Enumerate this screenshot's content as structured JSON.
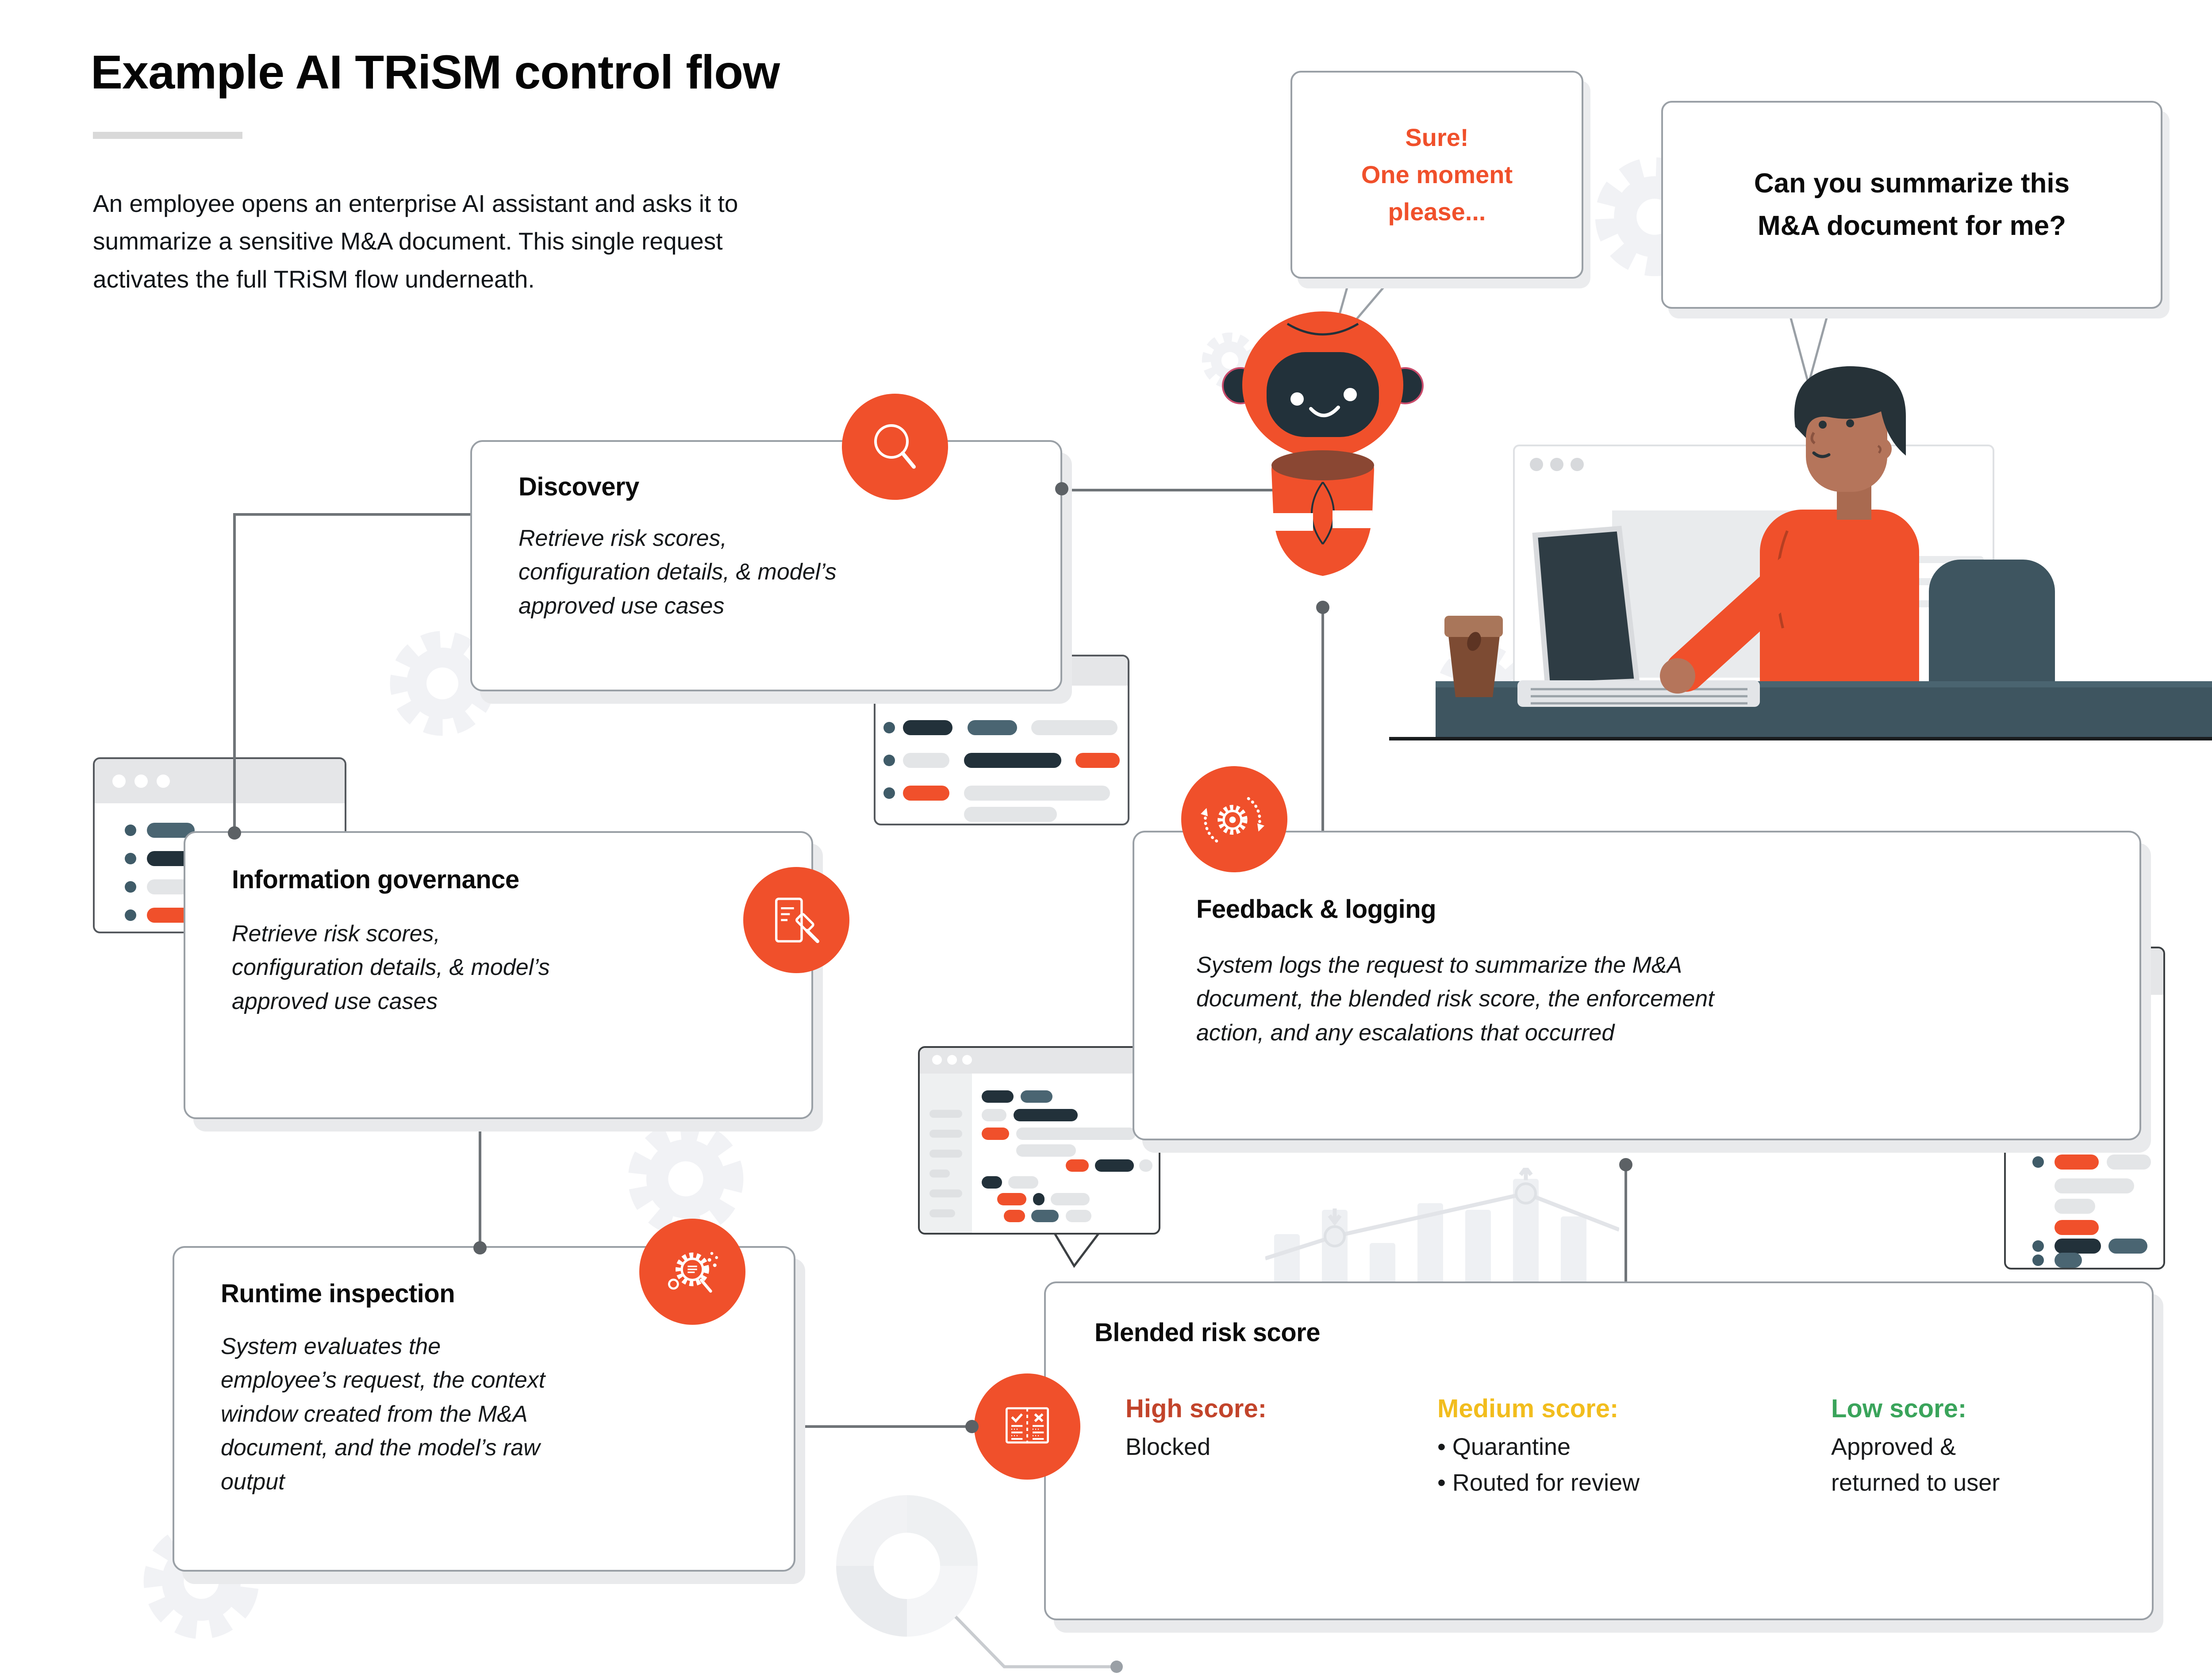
{
  "page": {
    "background": "#ffffff"
  },
  "header": {
    "title": "Example AI TRiSM control flow",
    "intro": "An employee opens an enterprise AI assistant and asks it to\nsummarize a sensitive M&A document. This single request\nactivates the full TRiSM flow underneath."
  },
  "speech": {
    "assistant": "Sure!\nOne moment\nplease...",
    "user": "Can you summarize this\nM&A document for me?"
  },
  "cards": {
    "discovery": {
      "title": "Discovery",
      "body": "Retrieve risk scores,\nconfiguration details, & model’s\napproved use cases",
      "icon": "magnifier-icon"
    },
    "information_governance": {
      "title": "Information governance",
      "body": "Retrieve risk scores,\nconfiguration details, & model’s\napproved use cases",
      "icon": "document-gavel-icon"
    },
    "runtime_inspection": {
      "title": "Runtime inspection",
      "body": "System evaluates the\nemployee’s request, the context\nwindow created from the M&A\ndocument, and the model’s raw\noutput",
      "icon": "gear-magnifier-icon"
    },
    "feedback_logging": {
      "title": "Feedback & logging",
      "body": "System logs the request to summarize the M&A\ndocument, the blended risk score, the enforcement\naction, and any escalations that occurred",
      "icon": "process-gear-icon"
    },
    "blended_risk_score": {
      "title": "Blended risk score",
      "icon": "checklist-icon",
      "high": {
        "label": "High score:",
        "text": "Blocked",
        "color": "#c2442b"
      },
      "medium": {
        "label": "Medium score:",
        "text": "• Quarantine\n• Routed for review",
        "color": "#f2bd1d"
      },
      "low": {
        "label": "Low score:",
        "text": "Approved &\nreturned to user",
        "color": "#3aa45b"
      }
    }
  },
  "colors": {
    "accent_orange": "#f0502b",
    "slate": "#3e5560",
    "dark_navy": "#22313a",
    "line_gray": "#6f7478",
    "border_gray": "#9aa0a6",
    "shadow_gray": "#e9eaec",
    "high_score": "#c2442b",
    "medium_score": "#f2bd1d",
    "low_score": "#3aa45b"
  }
}
